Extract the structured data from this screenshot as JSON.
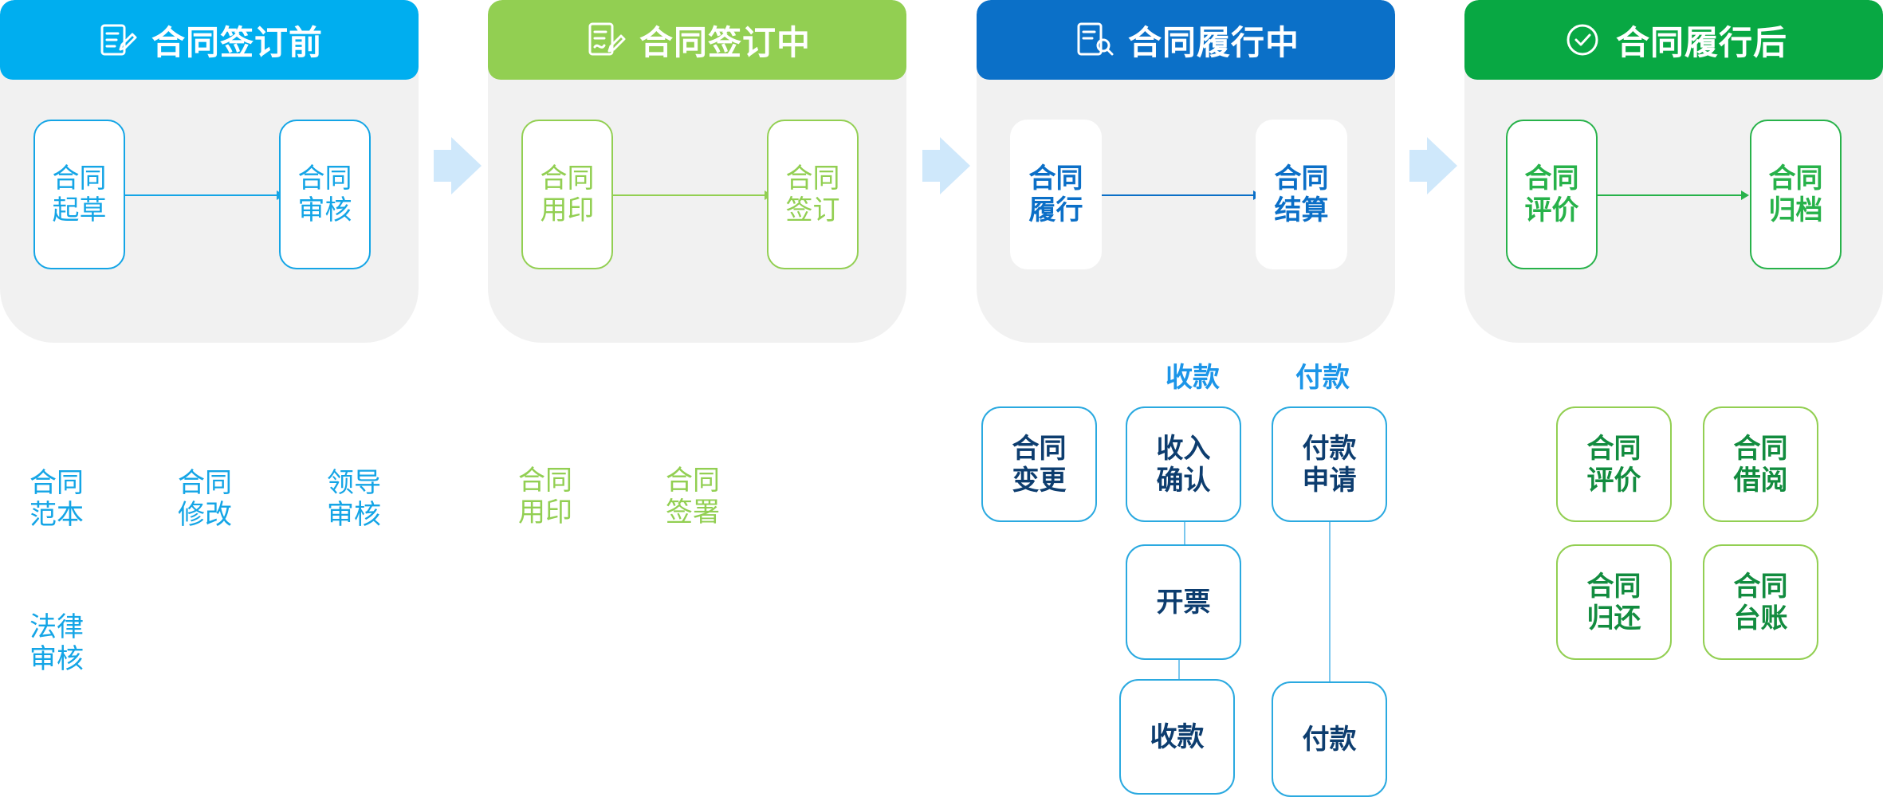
{
  "stages": [
    {
      "title": "合同签订前",
      "icon": "document-edit-icon",
      "color": "#00aeef",
      "steps": [
        "合同\n起草",
        "合同\n审核"
      ]
    },
    {
      "title": "合同签订中",
      "icon": "document-sign-icon",
      "color": "#92cf52",
      "steps": [
        "合同\n用印",
        "合同\n签订"
      ]
    },
    {
      "title": "合同履行中",
      "icon": "document-search-icon",
      "color": "#0b70c8",
      "steps": [
        "合同\n履行",
        "合同\n结算"
      ]
    },
    {
      "title": "合同履行后",
      "icon": "check-circle-icon",
      "color": "#08a843",
      "steps": [
        "合同\n评价",
        "合同\n归档"
      ]
    }
  ],
  "pre_sign_items": [
    "合同\n范本",
    "合同\n修改",
    "领导\n审核",
    "法律\n审核"
  ],
  "signing_items": [
    "合同\n用印",
    "合同\n签署"
  ],
  "execution": {
    "column_labels": {
      "receipt": "收款",
      "payment": "付款"
    },
    "change_card": "合同\n变更",
    "receipt_cards": [
      "收入\n确认",
      "开票",
      "收款"
    ],
    "payment_cards": [
      "付款\n申请",
      "付款"
    ]
  },
  "after_cards": [
    "合同\n评价",
    "合同\n借阅",
    "合同\n归还",
    "合同\n台账"
  ],
  "colors": {
    "blue": "#14a5e6",
    "green": "#92cf52",
    "navy": "#0b6fc7",
    "emerald": "#27b24a",
    "arrow": "#cfe8fb",
    "panel": "#f1f1f1"
  }
}
